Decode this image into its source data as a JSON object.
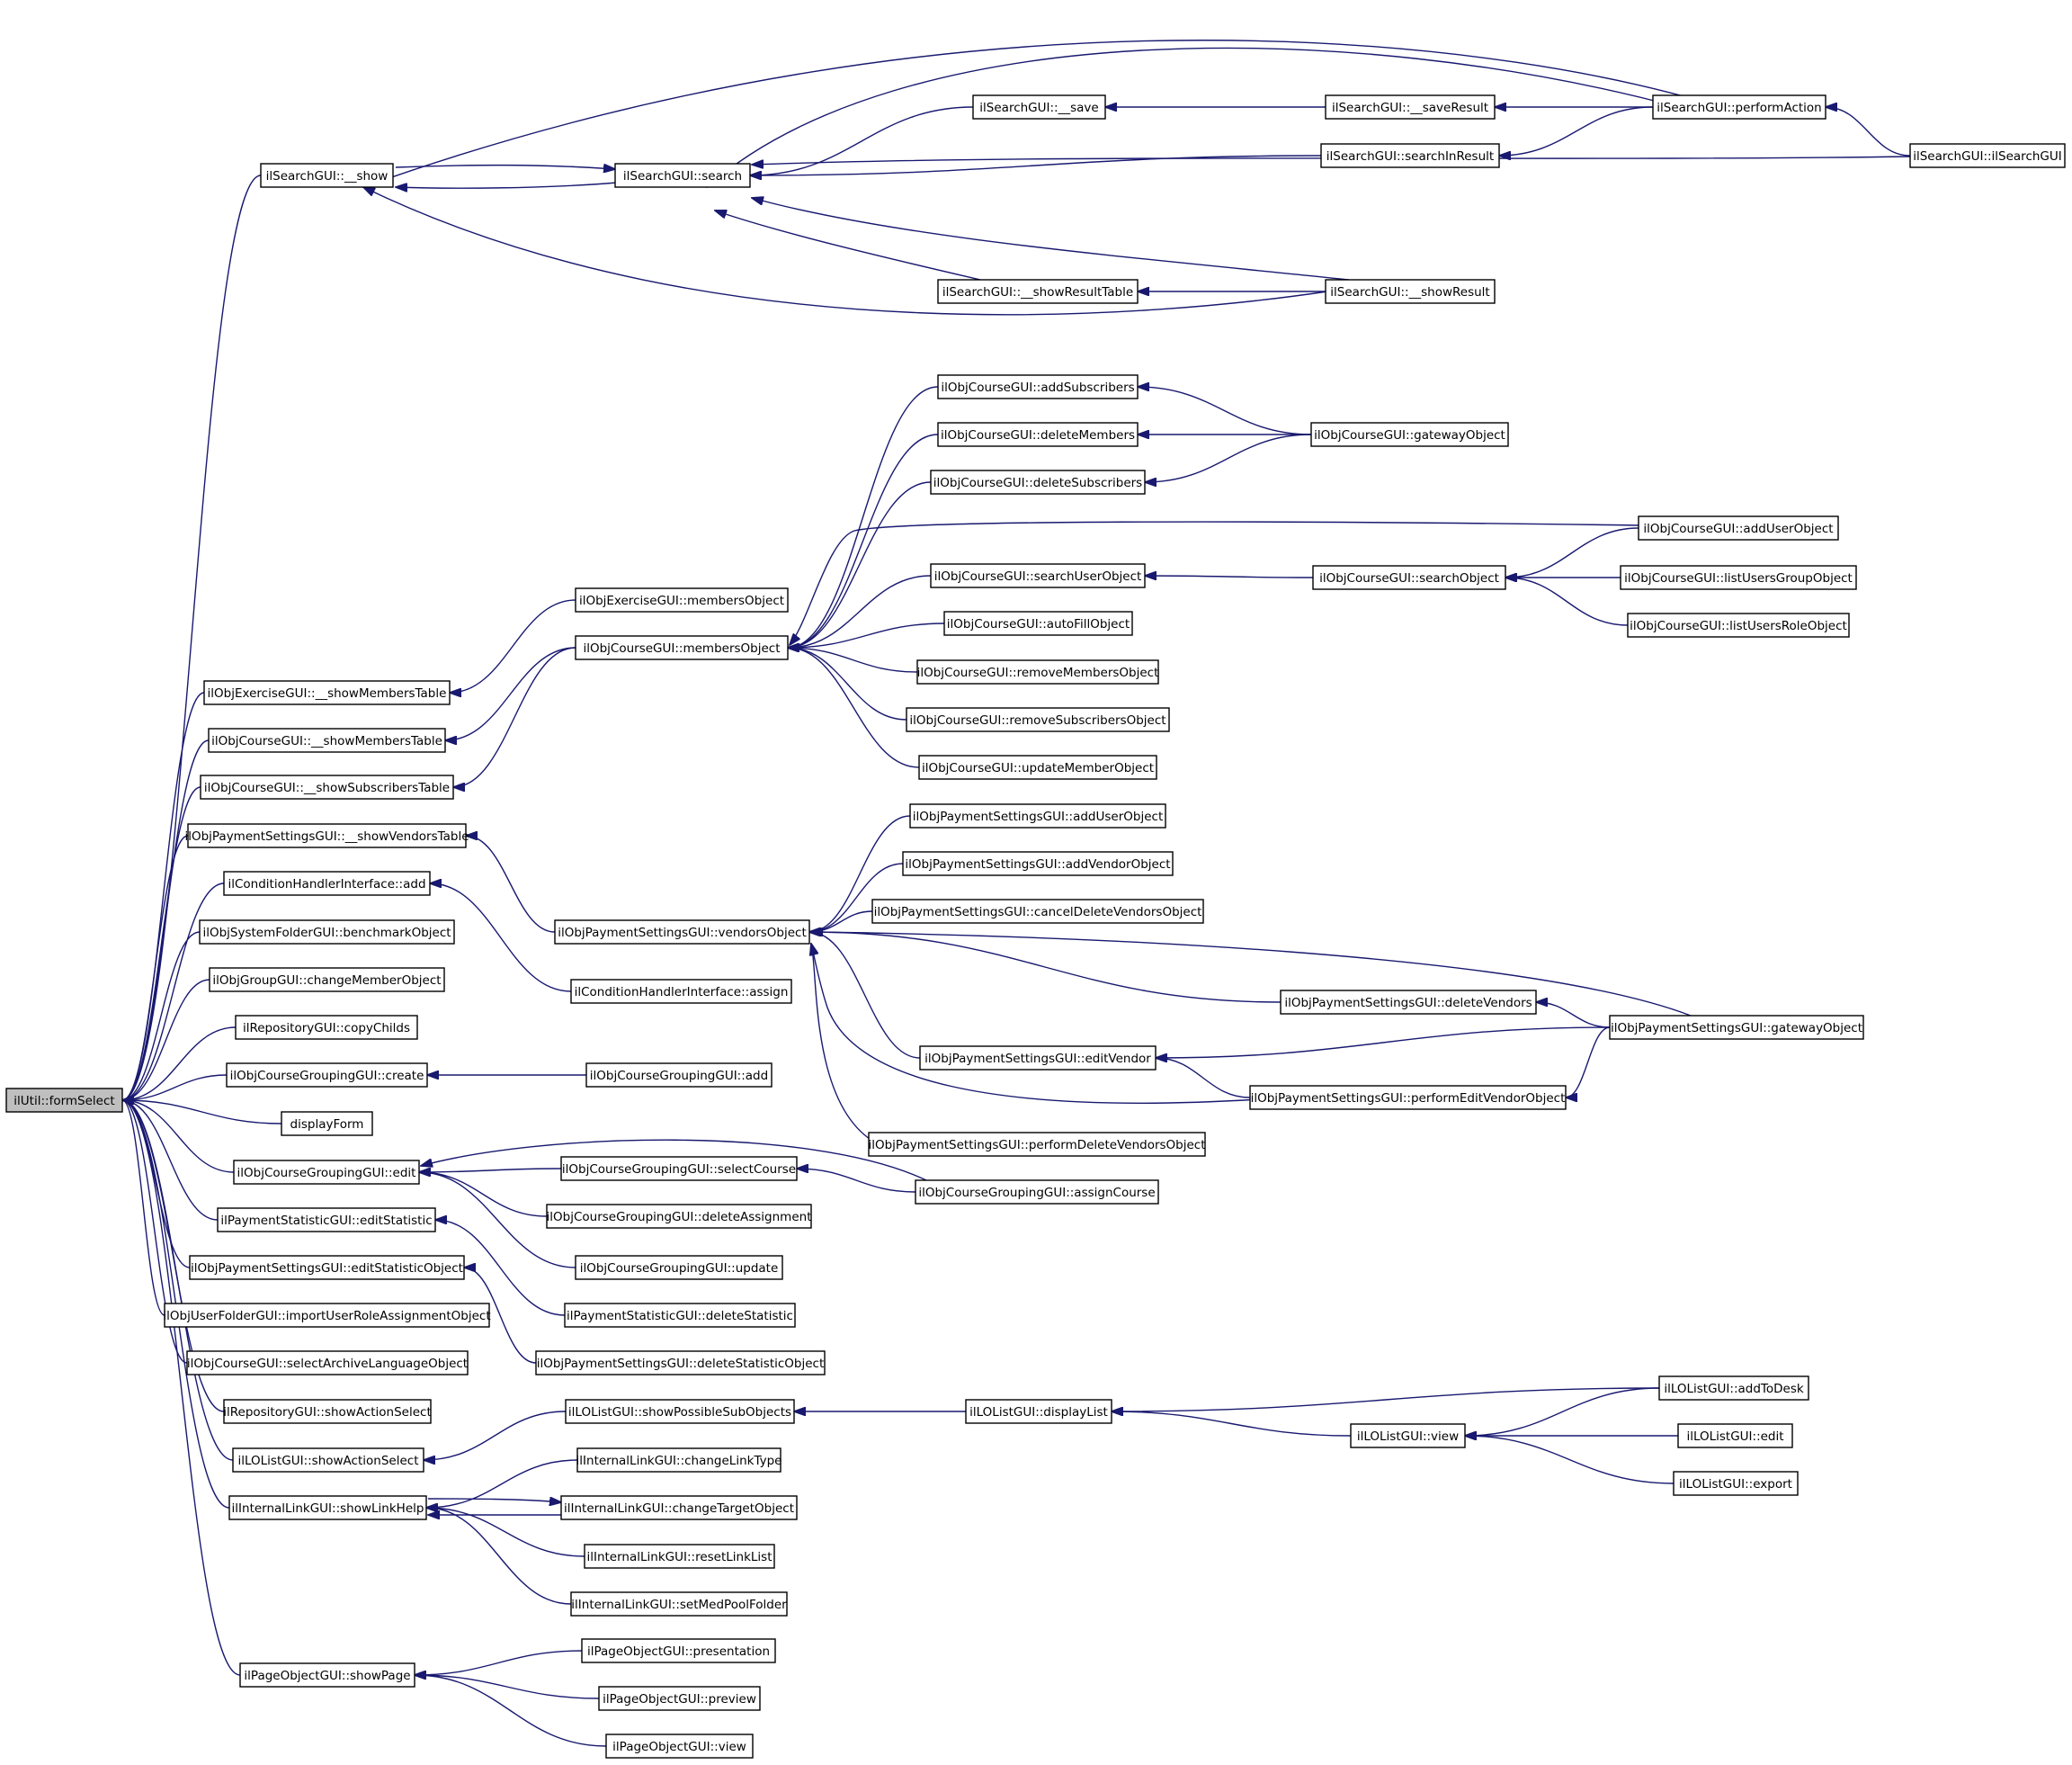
{
  "diagram": {
    "type": "call-graph",
    "root": "ilutil_formselect",
    "nodes": [
      {
        "id": "ilutil_formselect",
        "label": "ilUtil::formSelect"
      },
      {
        "id": "search_show",
        "label": "ilSearchGUI::__show"
      },
      {
        "id": "search_search",
        "label": "ilSearchGUI::search"
      },
      {
        "id": "search_save",
        "label": "ilSearchGUI::__save"
      },
      {
        "id": "search_saveresult",
        "label": "ilSearchGUI::__saveResult"
      },
      {
        "id": "search_performaction",
        "label": "ilSearchGUI::performAction"
      },
      {
        "id": "search_ilsearchgui",
        "label": "ilSearchGUI::ilSearchGUI"
      },
      {
        "id": "search_searchinresult",
        "label": "ilSearchGUI::searchInResult"
      },
      {
        "id": "search_showresulttable",
        "label": "ilSearchGUI::__showResultTable"
      },
      {
        "id": "search_showresult",
        "label": "ilSearchGUI::__showResult"
      },
      {
        "id": "course_addsubscribers",
        "label": "ilObjCourseGUI::addSubscribers"
      },
      {
        "id": "course_deletemembers",
        "label": "ilObjCourseGUI::deleteMembers"
      },
      {
        "id": "course_gatewayobject",
        "label": "ilObjCourseGUI::gatewayObject"
      },
      {
        "id": "course_deletesubscribers",
        "label": "ilObjCourseGUI::deleteSubscribers"
      },
      {
        "id": "course_adduserobject",
        "label": "ilObjCourseGUI::addUserObject"
      },
      {
        "id": "course_searchuserobject",
        "label": "ilObjCourseGUI::searchUserObject"
      },
      {
        "id": "course_searchobject",
        "label": "ilObjCourseGUI::searchObject"
      },
      {
        "id": "course_listusersgroupobject",
        "label": "ilObjCourseGUI::listUsersGroupObject"
      },
      {
        "id": "course_listusersroleobject",
        "label": "ilObjCourseGUI::listUsersRoleObject"
      },
      {
        "id": "course_autofillobject",
        "label": "ilObjCourseGUI::autoFillObject"
      },
      {
        "id": "exercise_membersobject",
        "label": "ilObjExerciseGUI::membersObject"
      },
      {
        "id": "course_membersobject",
        "label": "ilObjCourseGUI::membersObject"
      },
      {
        "id": "course_removemembersobject",
        "label": "ilObjCourseGUI::removeMembersObject"
      },
      {
        "id": "course_removesubscribersobject",
        "label": "ilObjCourseGUI::removeSubscribersObject"
      },
      {
        "id": "course_updatememberobject",
        "label": "ilObjCourseGUI::updateMemberObject"
      },
      {
        "id": "exercise_showmemberstable",
        "label": "ilObjExerciseGUI::__showMembersTable"
      },
      {
        "id": "course_showmemberstable",
        "label": "ilObjCourseGUI::__showMembersTable"
      },
      {
        "id": "course_showsubscriberstable",
        "label": "ilObjCourseGUI::__showSubscribersTable"
      },
      {
        "id": "pay_showvendorstable",
        "label": "ilObjPaymentSettingsGUI::__showVendorsTable"
      },
      {
        "id": "pay_adduserobject",
        "label": "ilObjPaymentSettingsGUI::addUserObject"
      },
      {
        "id": "pay_addvendorobject",
        "label": "ilObjPaymentSettingsGUI::addVendorObject"
      },
      {
        "id": "pay_canceldeletevendorsobject",
        "label": "ilObjPaymentSettingsGUI::cancelDeleteVendorsObject"
      },
      {
        "id": "cond_add",
        "label": "ilConditionHandlerInterface::add"
      },
      {
        "id": "pay_vendorsobject",
        "label": "ilObjPaymentSettingsGUI::vendorsObject"
      },
      {
        "id": "sysfolder_benchmarkobject",
        "label": "ilObjSystemFolderGUI::benchmarkObject"
      },
      {
        "id": "group_changememberobject",
        "label": "ilObjGroupGUI::changeMemberObject"
      },
      {
        "id": "cond_assign",
        "label": "ilConditionHandlerInterface::assign"
      },
      {
        "id": "pay_deletevendors",
        "label": "ilObjPaymentSettingsGUI::deleteVendors"
      },
      {
        "id": "pay_gatewayobject",
        "label": "ilObjPaymentSettingsGUI::gatewayObject"
      },
      {
        "id": "repo_copychilds",
        "label": "ilRepositoryGUI::copyChilds"
      },
      {
        "id": "pay_editvendor",
        "label": "ilObjPaymentSettingsGUI::editVendor"
      },
      {
        "id": "cg_create",
        "label": "ilObjCourseGroupingGUI::create"
      },
      {
        "id": "cg_add",
        "label": "ilObjCourseGroupingGUI::add"
      },
      {
        "id": "pay_performeditvendorobject",
        "label": "ilObjPaymentSettingsGUI::performEditVendorObject"
      },
      {
        "id": "displayform",
        "label": "displayForm"
      },
      {
        "id": "pay_performdeletevendorsobject",
        "label": "ilObjPaymentSettingsGUI::performDeleteVendorsObject"
      },
      {
        "id": "cg_edit",
        "label": "ilObjCourseGroupingGUI::edit"
      },
      {
        "id": "cg_selectcourse",
        "label": "ilObjCourseGroupingGUI::selectCourse"
      },
      {
        "id": "cg_assigncourse",
        "label": "ilObjCourseGroupingGUI::assignCourse"
      },
      {
        "id": "cg_deleteassignment",
        "label": "ilObjCourseGroupingGUI::deleteAssignment"
      },
      {
        "id": "paystat_editstatistic",
        "label": "ilPaymentStatisticGUI::editStatistic"
      },
      {
        "id": "cg_update",
        "label": "ilObjCourseGroupingGUI::update"
      },
      {
        "id": "pay_editstatisticobject",
        "label": "ilObjPaymentSettingsGUI::editStatisticObject"
      },
      {
        "id": "paystat_deletestatistic",
        "label": "ilPaymentStatisticGUI::deleteStatistic"
      },
      {
        "id": "userfolder_importuserroleassignmentobject",
        "label": "ilObjUserFolderGUI::importUserRoleAssignmentObject"
      },
      {
        "id": "pay_deletestatisticobject",
        "label": "ilObjPaymentSettingsGUI::deleteStatisticObject"
      },
      {
        "id": "course_selectarchivelanguageobject",
        "label": "ilObjCourseGUI::selectArchiveLanguageObject"
      },
      {
        "id": "lolist_adddesk",
        "label": "ilLOListGUI::addToDesk"
      },
      {
        "id": "repo_showactionselect",
        "label": "ilRepositoryGUI::showActionSelect"
      },
      {
        "id": "lolist_showpossiblesubobjects",
        "label": "ilLOListGUI::showPossibleSubObjects"
      },
      {
        "id": "lolist_displaylist",
        "label": "ilLOListGUI::displayList"
      },
      {
        "id": "lolist_view",
        "label": "ilLOListGUI::view"
      },
      {
        "id": "lolist_edit",
        "label": "ilLOListGUI::edit"
      },
      {
        "id": "lolist_showactionselect",
        "label": "ilLOListGUI::showActionSelect"
      },
      {
        "id": "link_changelinktype",
        "label": "ilInternalLinkGUI::changeLinkType"
      },
      {
        "id": "lolist_export",
        "label": "ilLOListGUI::export"
      },
      {
        "id": "link_showlinkhelp",
        "label": "ilInternalLinkGUI::showLinkHelp"
      },
      {
        "id": "link_changetargetobject",
        "label": "ilInternalLinkGUI::changeTargetObject"
      },
      {
        "id": "link_resetlinklist",
        "label": "ilInternalLinkGUI::resetLinkList"
      },
      {
        "id": "link_setmedpoolfolder",
        "label": "ilInternalLinkGUI::setMedPoolFolder"
      },
      {
        "id": "page_presentation",
        "label": "ilPageObjectGUI::presentation"
      },
      {
        "id": "page_showpage",
        "label": "ilPageObjectGUI::showPage"
      },
      {
        "id": "page_preview",
        "label": "ilPageObjectGUI::preview"
      },
      {
        "id": "page_view",
        "label": "ilPageObjectGUI::view"
      }
    ],
    "edges": [
      {
        "from": "search_show",
        "to": "ilutil_formselect"
      },
      {
        "from": "search_search",
        "to": "search_show"
      },
      {
        "from": "search_show",
        "to": "search_search"
      },
      {
        "from": "search_performaction",
        "to": "search_show"
      },
      {
        "from": "search_showresult",
        "to": "search_show"
      },
      {
        "from": "search_save",
        "to": "search_search"
      },
      {
        "from": "search_performaction",
        "to": "search_search"
      },
      {
        "from": "search_searchinresult",
        "to": "search_search"
      },
      {
        "from": "search_ilsearchgui",
        "to": "search_search"
      },
      {
        "from": "search_showresulttable",
        "to": "search_search"
      },
      {
        "from": "search_showresult",
        "to": "search_search"
      },
      {
        "from": "search_saveresult",
        "to": "search_save"
      },
      {
        "from": "search_performaction",
        "to": "search_saveresult"
      },
      {
        "from": "search_performaction",
        "to": "search_searchinresult"
      },
      {
        "from": "search_ilsearchgui",
        "to": "search_performaction"
      },
      {
        "from": "search_showresult",
        "to": "search_showresulttable"
      },
      {
        "from": "exercise_showmemberstable",
        "to": "ilutil_formselect"
      },
      {
        "from": "course_showmemberstable",
        "to": "ilutil_formselect"
      },
      {
        "from": "course_showsubscriberstable",
        "to": "ilutil_formselect"
      },
      {
        "from": "pay_showvendorstable",
        "to": "ilutil_formselect"
      },
      {
        "from": "cond_add",
        "to": "ilutil_formselect"
      },
      {
        "from": "sysfolder_benchmarkobject",
        "to": "ilutil_formselect"
      },
      {
        "from": "group_changememberobject",
        "to": "ilutil_formselect"
      },
      {
        "from": "repo_copychilds",
        "to": "ilutil_formselect"
      },
      {
        "from": "cg_create",
        "to": "ilutil_formselect"
      },
      {
        "from": "displayform",
        "to": "ilutil_formselect"
      },
      {
        "from": "cg_edit",
        "to": "ilutil_formselect"
      },
      {
        "from": "paystat_editstatistic",
        "to": "ilutil_formselect"
      },
      {
        "from": "pay_editstatisticobject",
        "to": "ilutil_formselect"
      },
      {
        "from": "userfolder_importuserroleassignmentobject",
        "to": "ilutil_formselect"
      },
      {
        "from": "course_selectarchivelanguageobject",
        "to": "ilutil_formselect"
      },
      {
        "from": "repo_showactionselect",
        "to": "ilutil_formselect"
      },
      {
        "from": "lolist_showactionselect",
        "to": "ilutil_formselect"
      },
      {
        "from": "link_showlinkhelp",
        "to": "ilutil_formselect"
      },
      {
        "from": "page_showpage",
        "to": "ilutil_formselect"
      },
      {
        "from": "exercise_membersobject",
        "to": "exercise_showmemberstable"
      },
      {
        "from": "course_membersobject",
        "to": "course_showmemberstable"
      },
      {
        "from": "course_membersobject",
        "to": "course_showsubscriberstable"
      },
      {
        "from": "course_addsubscribers",
        "to": "course_membersobject"
      },
      {
        "from": "course_deletemembers",
        "to": "course_membersobject"
      },
      {
        "from": "course_deletesubscribers",
        "to": "course_membersobject"
      },
      {
        "from": "course_adduserobject",
        "to": "course_membersobject"
      },
      {
        "from": "course_searchuserobject",
        "to": "course_membersobject"
      },
      {
        "from": "course_autofillobject",
        "to": "course_membersobject"
      },
      {
        "from": "course_removemembersobject",
        "to": "course_membersobject"
      },
      {
        "from": "course_removesubscribersobject",
        "to": "course_membersobject"
      },
      {
        "from": "course_updatememberobject",
        "to": "course_membersobject"
      },
      {
        "from": "course_gatewayobject",
        "to": "course_addsubscribers"
      },
      {
        "from": "course_gatewayobject",
        "to": "course_deletemembers"
      },
      {
        "from": "course_gatewayobject",
        "to": "course_deletesubscribers"
      },
      {
        "from": "course_searchobject",
        "to": "course_searchuserobject"
      },
      {
        "from": "course_adduserobject",
        "to": "course_searchobject"
      },
      {
        "from": "course_listusersgroupobject",
        "to": "course_searchobject"
      },
      {
        "from": "course_listusersroleobject",
        "to": "course_searchobject"
      },
      {
        "from": "pay_vendorsobject",
        "to": "pay_showvendorstable"
      },
      {
        "from": "cond_assign",
        "to": "cond_add"
      },
      {
        "from": "pay_adduserobject",
        "to": "pay_vendorsobject"
      },
      {
        "from": "pay_addvendorobject",
        "to": "pay_vendorsobject"
      },
      {
        "from": "pay_canceldeletevendorsobject",
        "to": "pay_vendorsobject"
      },
      {
        "from": "pay_gatewayobject",
        "to": "pay_vendorsobject"
      },
      {
        "from": "pay_deletevendors",
        "to": "pay_vendorsobject"
      },
      {
        "from": "pay_editvendor",
        "to": "pay_vendorsobject"
      },
      {
        "from": "pay_performeditvendorobject",
        "to": "pay_vendorsobject"
      },
      {
        "from": "pay_performdeletevendorsobject",
        "to": "pay_vendorsobject"
      },
      {
        "from": "pay_gatewayobject",
        "to": "pay_deletevendors"
      },
      {
        "from": "pay_gatewayobject",
        "to": "pay_editvendor"
      },
      {
        "from": "pay_performeditvendorobject",
        "to": "pay_editvendor"
      },
      {
        "from": "pay_gatewayobject",
        "to": "pay_performeditvendorobject"
      },
      {
        "from": "cg_add",
        "to": "cg_create"
      },
      {
        "from": "cg_selectcourse",
        "to": "cg_edit"
      },
      {
        "from": "cg_assigncourse",
        "to": "cg_edit"
      },
      {
        "from": "cg_deleteassignment",
        "to": "cg_edit"
      },
      {
        "from": "cg_update",
        "to": "cg_edit"
      },
      {
        "from": "cg_assigncourse",
        "to": "cg_selectcourse"
      },
      {
        "from": "paystat_deletestatistic",
        "to": "paystat_editstatistic"
      },
      {
        "from": "pay_deletestatisticobject",
        "to": "pay_editstatisticobject"
      },
      {
        "from": "lolist_showpossiblesubobjects",
        "to": "lolist_showactionselect"
      },
      {
        "from": "lolist_displaylist",
        "to": "lolist_showpossiblesubobjects"
      },
      {
        "from": "lolist_adddesk",
        "to": "lolist_displaylist"
      },
      {
        "from": "lolist_view",
        "to": "lolist_displaylist"
      },
      {
        "from": "lolist_adddesk",
        "to": "lolist_view"
      },
      {
        "from": "lolist_edit",
        "to": "lolist_view"
      },
      {
        "from": "lolist_export",
        "to": "lolist_view"
      },
      {
        "from": "link_changelinktype",
        "to": "link_showlinkhelp"
      },
      {
        "from": "link_changetargetobject",
        "to": "link_showlinkhelp"
      },
      {
        "from": "link_showlinkhelp",
        "to": "link_changetargetobject"
      },
      {
        "from": "link_resetlinklist",
        "to": "link_showlinkhelp"
      },
      {
        "from": "link_setmedpoolfolder",
        "to": "link_showlinkhelp"
      },
      {
        "from": "page_presentation",
        "to": "page_showpage"
      },
      {
        "from": "page_preview",
        "to": "page_showpage"
      },
      {
        "from": "page_view",
        "to": "page_showpage"
      }
    ]
  }
}
